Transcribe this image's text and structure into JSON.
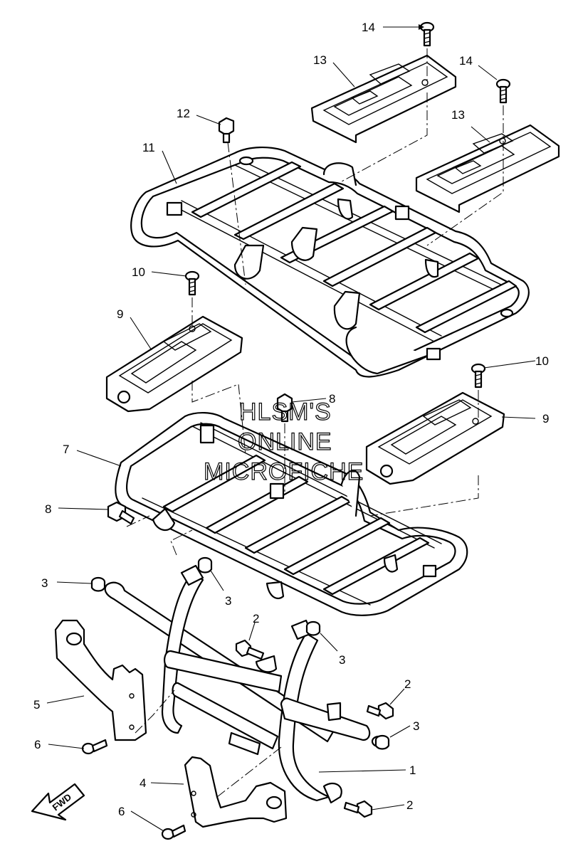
{
  "watermark": {
    "lines": [
      "HLSM'S",
      "ONLINE",
      "MICROFICHE"
    ]
  },
  "fwd_label": "FWD",
  "callouts": {
    "c1": "1",
    "c2a": "2",
    "c2b": "2",
    "c2c": "2",
    "c3a": "3",
    "c3b": "3",
    "c3c": "3",
    "c3d": "3",
    "c4": "4",
    "c5": "5",
    "c6a": "6",
    "c6b": "6",
    "c7": "7",
    "c8a": "8",
    "c8b": "8",
    "c9a": "9",
    "c9b": "9",
    "c10a": "10",
    "c10b": "10",
    "c11": "11",
    "c12": "12",
    "c13a": "13",
    "c13b": "13",
    "c14a": "14",
    "c14b": "14"
  }
}
